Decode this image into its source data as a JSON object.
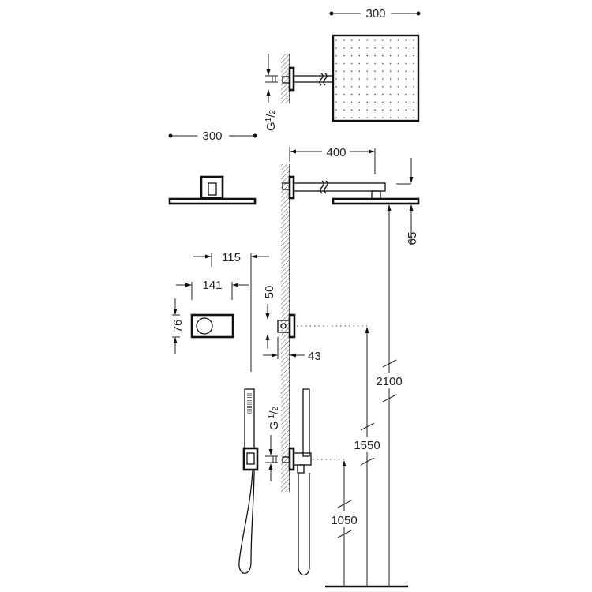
{
  "dimensions": {
    "rain_shower_width_top": "300",
    "rain_shower_width_side": "300",
    "arm_length": "400",
    "shower_head_height": "65",
    "total_height": "2100",
    "valve_height": "1550",
    "outlet_height": "1050",
    "plate_depth": "115",
    "plate_width": "141",
    "plate_height": "76",
    "valve_offset": "50",
    "recess_depth": "43",
    "thread_top": {
      "base": "G",
      "num": "1",
      "den": "2"
    },
    "thread_bottom": {
      "base": "G",
      "num": "1",
      "den": "2"
    }
  },
  "colors": {
    "line": "#111111",
    "background": "#ffffff"
  }
}
